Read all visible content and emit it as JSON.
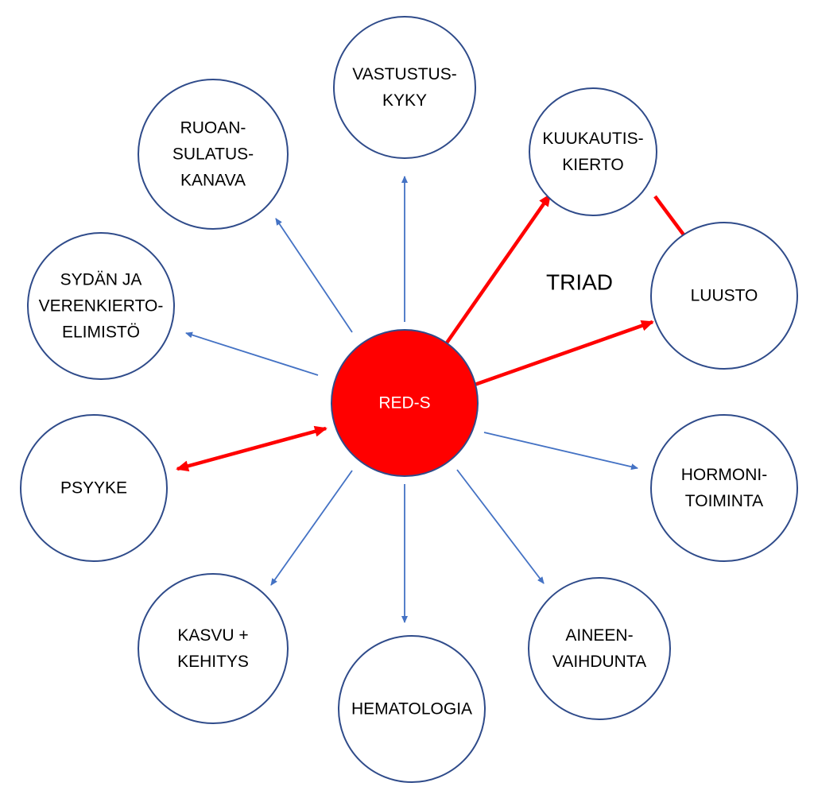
{
  "colors": {
    "center_fill": "#ff0000",
    "center_text": "#ffffff",
    "node_stroke": "#2f4b8a",
    "thin_arrow": "#4472c4",
    "thick_arrow": "#ff0000"
  },
  "center": {
    "label": "RED-S"
  },
  "triad": {
    "label": "TRIAD"
  },
  "nodes": [
    {
      "id": "vastustuskyky",
      "lines": [
        "VASTUSTUS-",
        "KYKY"
      ]
    },
    {
      "id": "ruoansulatuskanava",
      "lines": [
        "RUOAN-",
        "SULATUS-",
        "KANAVA"
      ]
    },
    {
      "id": "kuukautiskierto",
      "lines": [
        "KUUKAUTIS-",
        "KIERTO"
      ]
    },
    {
      "id": "luusto",
      "lines": [
        "LUUSTO"
      ]
    },
    {
      "id": "sydan",
      "lines": [
        "SYDÄN JA",
        "VERENKIERTO-",
        "ELIMISTÖ"
      ]
    },
    {
      "id": "psyyke",
      "lines": [
        "PSYYKE"
      ]
    },
    {
      "id": "hormonitoiminta",
      "lines": [
        "HORMONI-",
        "TOIMINTA"
      ]
    },
    {
      "id": "kasvu",
      "lines": [
        "KASVU +",
        "KEHITYS"
      ]
    },
    {
      "id": "aineenvaihdunta",
      "lines": [
        "AINEEN-",
        "VAIHDUNTA"
      ]
    },
    {
      "id": "hematologia",
      "lines": [
        "HEMATOLOGIA"
      ]
    }
  ]
}
